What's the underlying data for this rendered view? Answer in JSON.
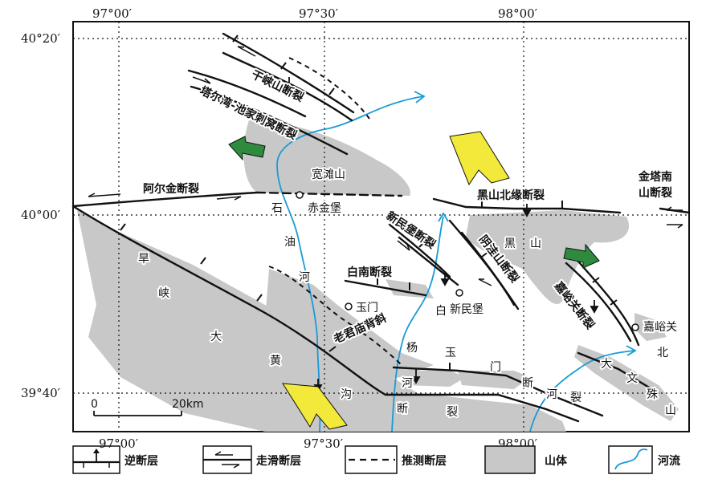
{
  "coords": {
    "lon": [
      "97°00′",
      "97°30′",
      "98°00′"
    ],
    "lat": [
      "40°20′",
      "40°00′",
      "39°40′"
    ]
  },
  "faults": {
    "ganxiashan": "干峡山断裂",
    "taerwan": "塔尔湾-池家刺窝断裂",
    "aerjin": "阿尔金断裂",
    "heishan_north": "黑山北缘断裂",
    "jintanan_1": "金塔南",
    "jintanan_2": "山断裂",
    "xinminbao": "新民堡断裂",
    "yinwashan": "阴洼山断裂",
    "jiayuguan": "嘉峪关断裂",
    "hanxia_1": "旱",
    "hanxia_2": "峡",
    "hanxia_3": "大",
    "hanxia_4": "黄",
    "hanxia_5": "沟",
    "hanxia_6": "断",
    "hanxia_7": "裂",
    "baishan": "白南断裂",
    "laojunmiao": "老君庙背斜",
    "yumen_1": "玉",
    "yumen_2": "门",
    "yumen_3": "断",
    "yumen_4": "河",
    "yumen_5": "裂",
    "bei": "北",
    "dawenshu_1": "大",
    "dawenshu_2": "文",
    "dawenshu_3": "殊",
    "dawenshu_4": "山"
  },
  "places": {
    "kuantanshan": "宽滩山",
    "heishan_1": "黑",
    "heishan_2": "山",
    "chijinbao": "赤金堡",
    "yumen": "玉门",
    "xinminbao": "新民堡",
    "jiayuguan": "嘉峪关"
  },
  "rivers": {
    "shiyouhe": [
      "石",
      "油",
      "河"
    ],
    "baiyanghe": [
      "白",
      "杨",
      "河"
    ]
  },
  "scale": {
    "zero": "0",
    "dist": "20km"
  },
  "legend": {
    "thrust": "逆断层",
    "strike_slip": "走滑断层",
    "inferred": "推测断层",
    "mountain": "山体",
    "river": "河流"
  },
  "colors": {
    "mountain": "#c8c8c8",
    "river": "#1a9ad6",
    "green_arrow": "#2e8b3e",
    "yellow_arrow": "#f2e93a"
  }
}
